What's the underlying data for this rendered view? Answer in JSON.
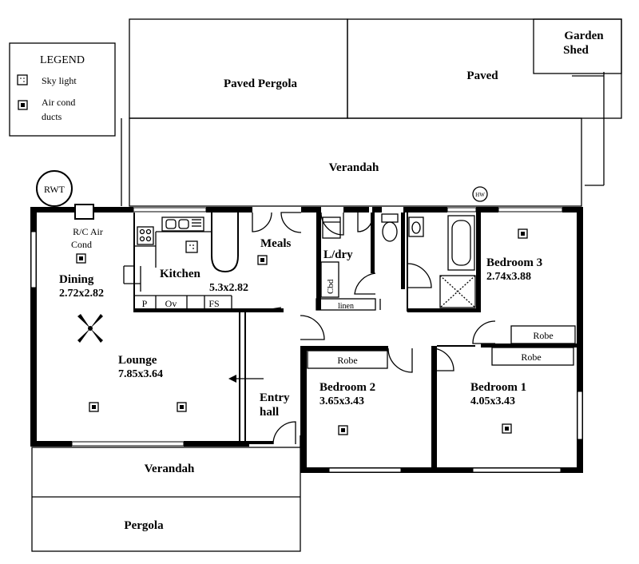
{
  "legend": {
    "title": "LEGEND",
    "items": [
      {
        "label_line1": "Sky light",
        "label_line2": "",
        "icon": "skylight-icon"
      },
      {
        "label_line1": "Air cond",
        "label_line2": "ducts",
        "icon": "air-cond-duct-icon"
      }
    ]
  },
  "outdoor": {
    "paved_pergola": "Paved Pergola",
    "paved": "Paved",
    "garden_shed_line1": "Garden",
    "garden_shed_line2": "Shed",
    "verandah_rear": "Verandah",
    "verandah_front": "Verandah",
    "pergola_front": "Pergola",
    "rwt": "RWT",
    "hws": "HW"
  },
  "rooms": {
    "rc_air_line1": "R/C Air",
    "rc_air_line2": "Cond",
    "dining_name": "Dining",
    "dining_size": "2.72x2.82",
    "kitchen_name": "Kitchen",
    "kitchen_size": "5.3x2.82",
    "meals": "Meals",
    "laundry": "L/dry",
    "cupboard": "Cbd",
    "linen": "linen",
    "lounge_name": "Lounge",
    "lounge_size": "7.85x3.64",
    "entry_line1": "Entry",
    "entry_line2": "hall",
    "bed2_name": "Bedroom 2",
    "bed2_size": "3.65x3.43",
    "bed1_name": "Bedroom 1",
    "bed1_size": "4.05x3.43",
    "bed3_name": "Bedroom 3",
    "bed3_size": "2.74x3.88",
    "robe": "Robe",
    "pantry": "P",
    "oven": "Ov",
    "fridge_space": "FS"
  }
}
